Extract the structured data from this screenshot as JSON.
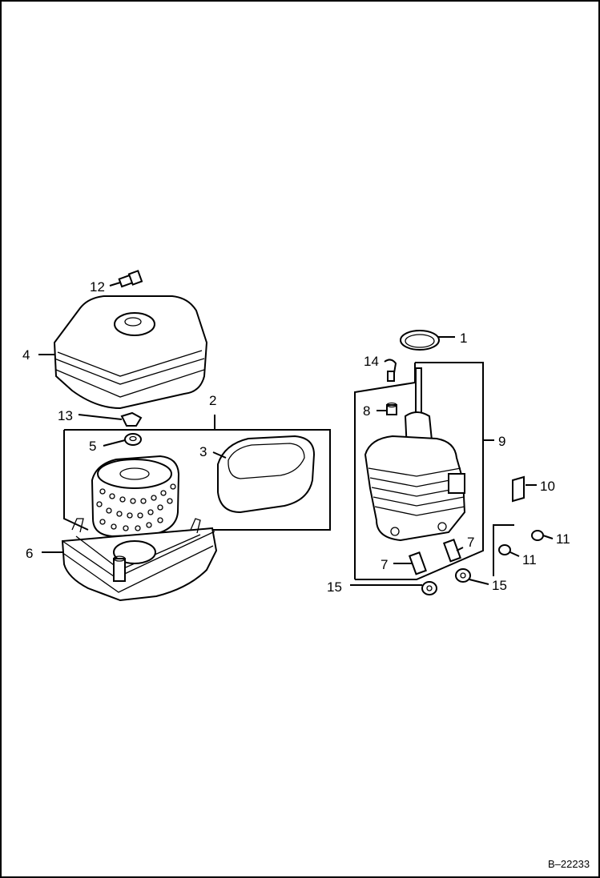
{
  "diagram": {
    "callouts": {
      "c1": "1",
      "c2": "2",
      "c3": "3",
      "c4": "4",
      "c5": "5",
      "c6": "6",
      "c7a": "7",
      "c7b": "7",
      "c8": "8",
      "c9": "9",
      "c10": "10",
      "c11a": "11",
      "c11b": "11",
      "c12": "12",
      "c13": "13",
      "c14": "14",
      "c15a": "15",
      "c15b": "15"
    },
    "drawing_id": "B–22233"
  }
}
